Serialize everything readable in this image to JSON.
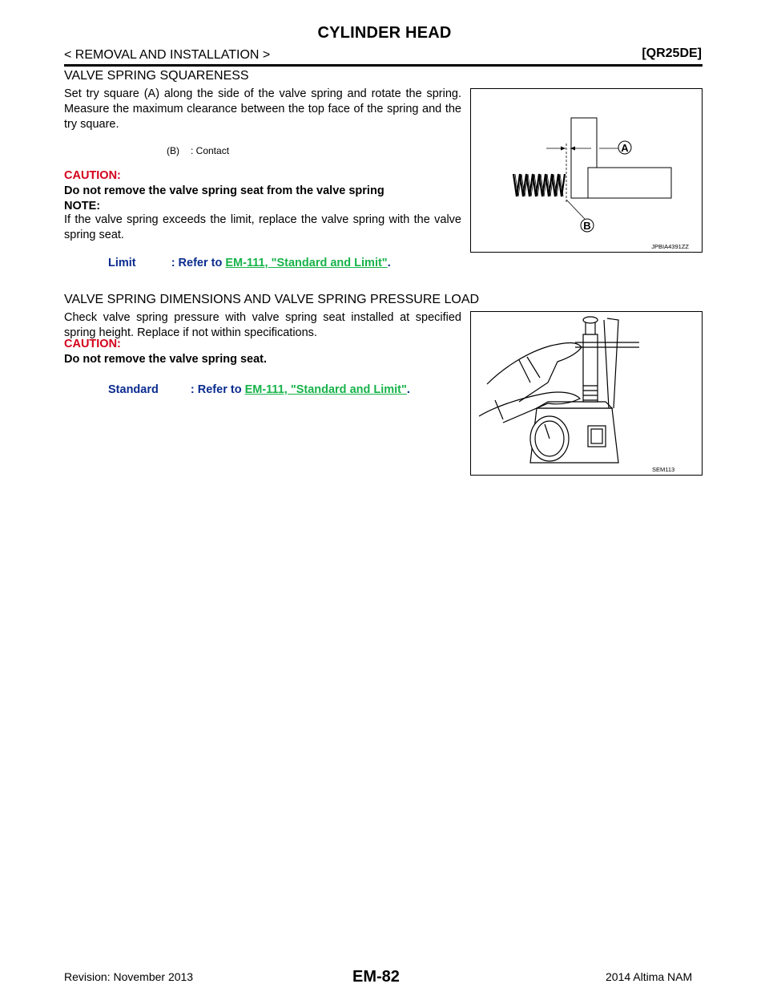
{
  "header": {
    "title": "CYLINDER HEAD",
    "section": "< REMOVAL AND INSTALLATION >",
    "engine": "[QR25DE]"
  },
  "squareness": {
    "title": "VALVE SPRING SQUARENESS",
    "body": "Set try square (A) along the side of the valve spring and rotate the spring. Measure the maximum clearance between the top face of the spring and the try square.",
    "legend_key": "(B)",
    "legend_value": ": Contact",
    "caution_label": "CAUTION:",
    "caution_text": "Do not remove the valve spring seat from the valve spring",
    "note_label": "NOTE:",
    "note_text": "If the valve spring exceeds the limit, replace the valve spring with the valve spring seat.",
    "ref_label": "Limit",
    "ref_prefix": ": Refer to",
    "ref_link": "EM-111, \"Standard and Limit\"",
    "ref_suffix": ".",
    "figure": {
      "label_a": "A",
      "label_b": "B",
      "code": "JPBIA4391ZZ"
    }
  },
  "dimensions": {
    "title": "VALVE SPRING DIMENSIONS AND VALVE SPRING PRESSURE LOAD",
    "body": "Check valve spring pressure with valve spring seat installed at specified spring height. Replace if not within specifications.",
    "caution_label": "CAUTION:",
    "caution_text": "Do not remove the valve spring seat.",
    "ref_label": "Standard",
    "ref_prefix": ": Refer to",
    "ref_link": "EM-111, \"Standard and Limit\"",
    "ref_suffix": ".",
    "figure": {
      "code": "SEM113"
    }
  },
  "footer": {
    "revision": "Revision: November 2013",
    "page": "EM-82",
    "model": "2014 Altima NAM"
  }
}
